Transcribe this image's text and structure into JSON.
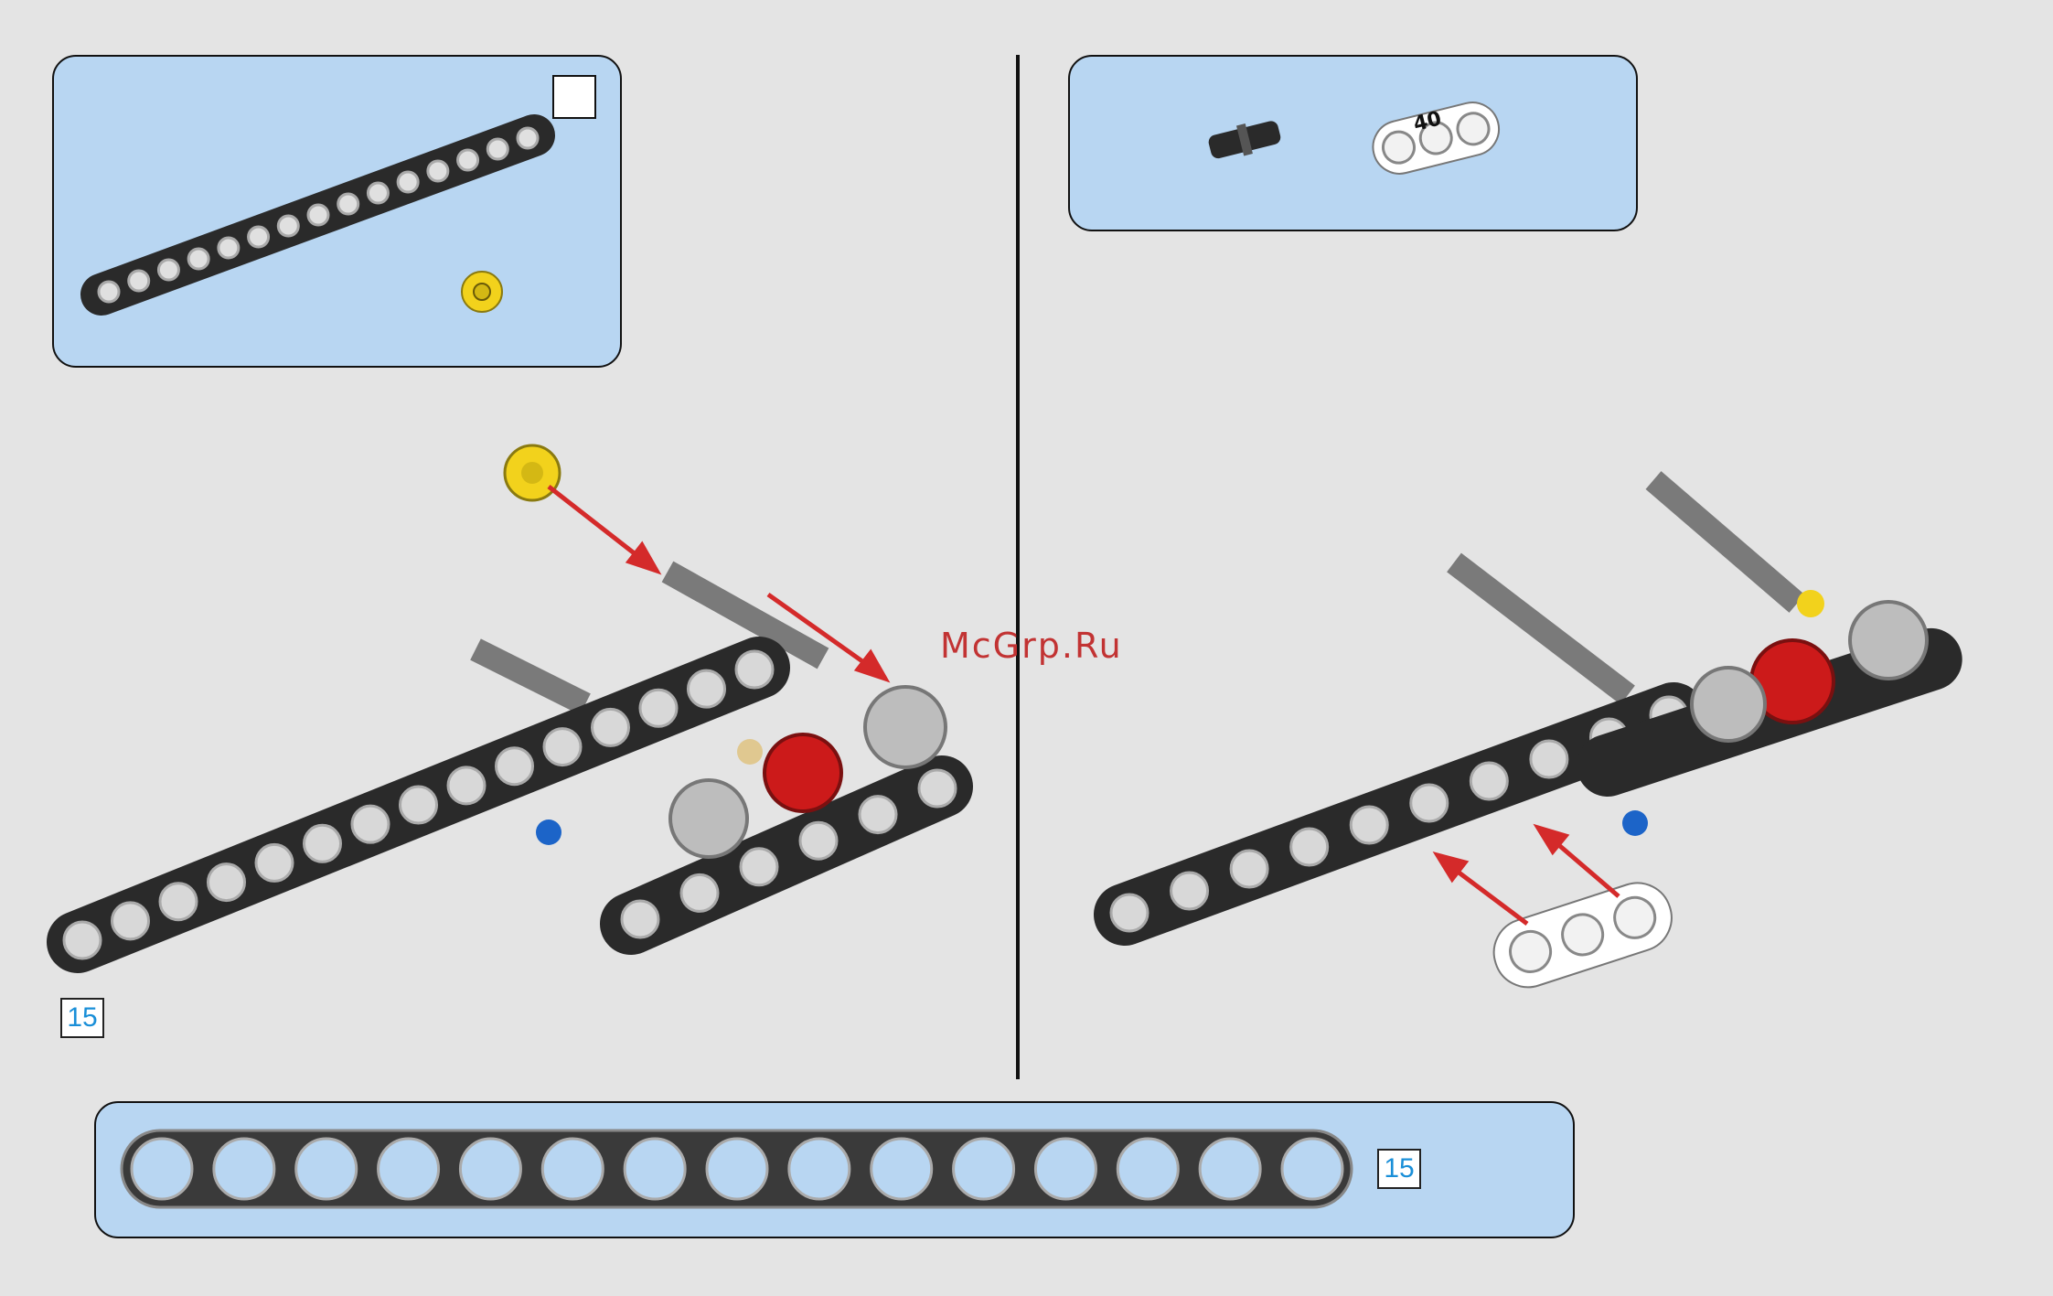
{
  "page": {
    "background": "#e4e4e4",
    "panel_color": "#b8d6f2",
    "watermark": "McGrp.Ru"
  },
  "left_step": {
    "parts": [
      {
        "name": "liftarm-15",
        "color": "#2a2a2a"
      },
      {
        "name": "bush-half",
        "color": "#f2d21c"
      }
    ],
    "step_number": "15"
  },
  "right_step": {
    "parts": [
      {
        "name": "pin-with-friction",
        "color": "#2a2a2a"
      },
      {
        "name": "liftarm-3-thick",
        "color": "#ffffff",
        "label": "40"
      }
    ]
  },
  "ruler": {
    "holes": 15,
    "length_label": "15"
  },
  "colors": {
    "arrow": "#d42a2a",
    "gear_red": "#cc1a1a",
    "axle_gray": "#8a8a8a",
    "pin_blue": "#1c64c8",
    "pin_tan": "#e0c890"
  }
}
